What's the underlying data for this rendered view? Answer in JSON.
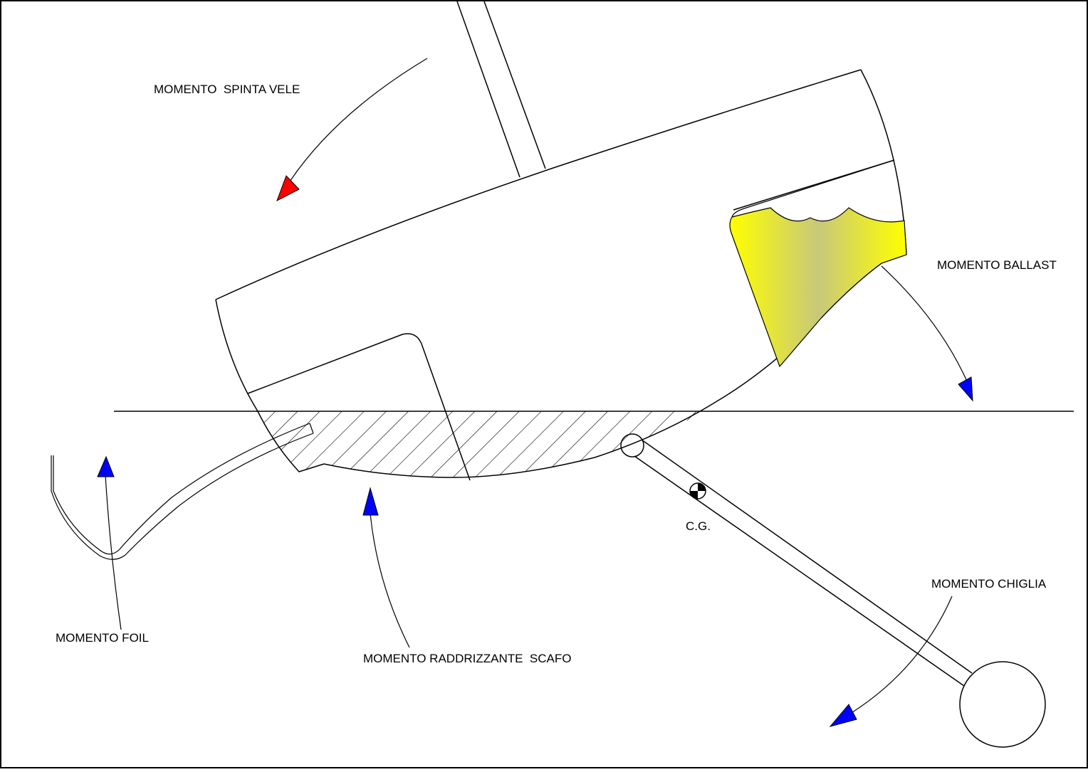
{
  "labels": {
    "sail_moment": "MOMENTO  SPINTA VELE",
    "ballast_moment": "MOMENTO BALLAST",
    "cg": "C.G.",
    "keel_moment": "MOMENTO CHIGLIA",
    "foil_moment": "MOMENTO FOIL",
    "hull_moment": "MOMENTO RADDRIZZANTE  SCAFO"
  },
  "colors": {
    "sail_arrow": "#ff0000",
    "righting_arrows": "#0000ff",
    "ballast_water_edge": "#ffff00",
    "ballast_water_center": "#c8c87a",
    "line": "#000000",
    "background": "#ffffff"
  }
}
